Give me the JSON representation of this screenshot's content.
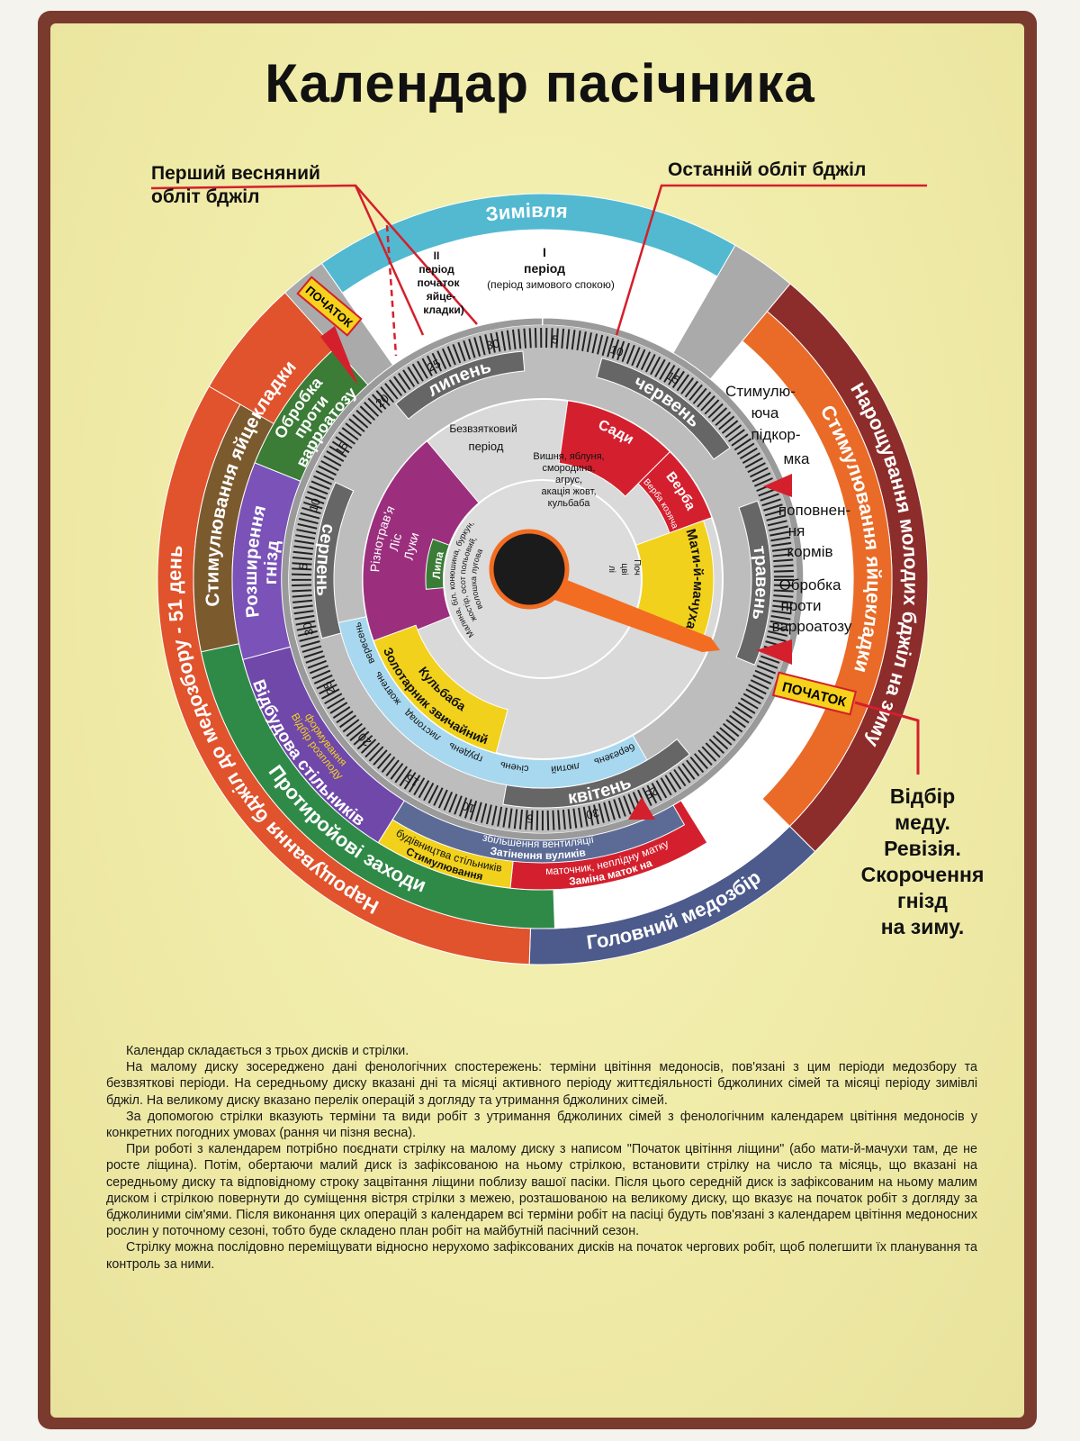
{
  "title": "Календар пасічника",
  "callouts": {
    "first_flight": [
      "Перший весняний",
      "обліт бджіл"
    ],
    "last_flight": "Останній обліт бджіл",
    "right_note": [
      "Відбір",
      "меду.",
      "Ревізія.",
      "Скорочення",
      "гнізд",
      "на зиму."
    ],
    "start_left": "ПОЧАТОК",
    "start_right": "ПОЧАТОК"
  },
  "outer_ring": {
    "wintering": "Зимівля",
    "young_bees_winter": "Нарощування молодих бджіл на зиму",
    "main_honey_flow": "Головний медозбір",
    "bees_before_flow": "Нарощування бджіл до медозбору - 51 день"
  },
  "second_ring": {
    "stim_laying_right": "Стимулювання яйцекладки",
    "anti_swarm": "Протиройові заходи",
    "stim_laying_left": "Стимулювання яйцекладки"
  },
  "third_ring": {
    "period_1": [
      "I",
      "період",
      "(період зимового спокою)"
    ],
    "period_2": [
      "II",
      "період",
      "початок",
      "яйце-",
      "кладки)"
    ],
    "stim_feeding": [
      "Стимулю-",
      "юча",
      "підкор-",
      "мка"
    ],
    "feed_refill": [
      "поповнен-",
      "ня",
      "кормів"
    ],
    "varroa_right": [
      "Обробка",
      "проти",
      "варроатозу"
    ],
    "varroa_left": [
      "Обробка",
      "проти",
      "варроатозу"
    ],
    "nest_expansion": [
      "Розширення",
      "гнізд"
    ],
    "comb_building": "Відбудова стільників",
    "brood_selection": [
      "Відбір розплоду",
      "формування"
    ],
    "stim_comb": [
      "Стимулювання",
      "будівництва стільників"
    ],
    "shading": [
      "Затінення вуликів",
      "збільшення вентиляції"
    ],
    "queen_replace": [
      "Заміна маток на",
      "маточник, неплідну матку"
    ]
  },
  "months": {
    "june": "червень",
    "july": "липень",
    "august": "серпень",
    "may": "травень",
    "april": "квітень"
  },
  "winter_months": [
    "вересень",
    "жовтень",
    "листопад",
    "грудень",
    "січень",
    "лютий",
    "березень"
  ],
  "day_ticks": [
    "5",
    "10",
    "15",
    "20",
    "25",
    "30"
  ],
  "inner_disk": {
    "orchards": "Сади",
    "orchards_list": [
      "Вишня, яблуня,",
      "смородина,",
      "агрус,",
      "акація жовт,",
      "кульбаба"
    ],
    "willow": "Верба",
    "willow_sub": "Верба козяча",
    "coltsfoot": "Мати-й-мачуха",
    "no_flow": [
      "Безвзятковий",
      "період"
    ],
    "meadow": [
      "Різнотрав'я",
      "Ліс",
      "Луки"
    ],
    "linden": "Липа",
    "linden_list": [
      "Малина, біл. конюшина, буркун,",
      "жостір, осот польовий,",
      "волошка лугова"
    ],
    "goldenrod": [
      "Золотарник звичайний",
      "Кульбаба"
    ],
    "hazel_start": [
      "Поч",
      "цві",
      "лі"
    ]
  },
  "description": [
    "Календар складається з трьох дисків и стрілки.",
    "На малому диску зосереджено дані фенологічних спостережень: терміни цвітіння медоносів, пов'язані з цим періоди медозбору та безвзяткові періоди. На середньому диску вказані дні та місяці активного періоду життєдіяльності бджолиних сімей та місяці періоду зимівлі бджіл. На великому диску вказано перелік операцій з догляду та утримання бджолиних сімей.",
    "За допомогою стрілки вказують терміни та види робіт з утримання бджолиних сімей з фенологічним календарем цвітіння медоносів у конкретних погодних умовах (рання чи пізня весна).",
    "При роботі з календарем потрібно поєднати стрілку на малому диску з написом \"Початок цвітіння ліщини\" (або мати-й-мачухи там, де не росте ліщина). Потім, обертаючи малий диск із зафіксованою на ньому стрілкою, встановити стрілку на число та місяць, що вказані на середньому диску та відповідному строку зацвітання ліщини поблизу вашої пасіки. Після цього середній диск із зафіксованим на ньому малим диском і стрілкою повернути до суміщення вістря стрілки з межею, розташованою на великому диску, що вказує на початок робіт з догляду за бджолиними сім'ями. Після виконання цих операцій з календарем всі терміни робіт на пасіці будуть пов'язані з календарем цвітіння медоносних рослин у поточному сезоні, тобто буде складено план робіт на майбутній пасічний сезон.",
    "Стрілку можна послідовно переміщувати відносно нерухомо зафіксованих дисків на початок чергових робіт, щоб полегшити їх планування та контроль за ними."
  ],
  "colors": {
    "wintering": "#52b9d0",
    "young_bees": "#8c2d2b",
    "main_flow": "#4c5a8c",
    "before_flow": "#e0532c",
    "stim_orange": "#e96b27",
    "anti_swarm": "#2f8a47",
    "stim_brown": "#7b5a2d",
    "purple": "#6f48aa",
    "green_dark": "#3b7c37",
    "yellow": "#f1d11c",
    "slate": "#5c6b96",
    "red": "#d4202e",
    "grey": "#aaaaaa",
    "arrow": "#f26d21",
    "meadow": "#9b2f7e"
  }
}
